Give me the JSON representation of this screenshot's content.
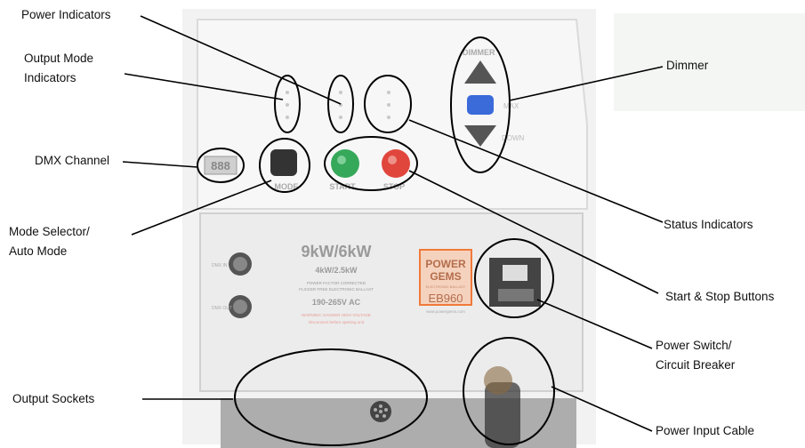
{
  "title": "",
  "callouts": {
    "power_indicators": "Power Indicators",
    "output_mode_1": "Output Mode",
    "output_mode_2": "Indicators",
    "dmx_channel": "DMX Channel",
    "mode_selector_1": "Mode Selector/",
    "mode_selector_2": "Auto Mode",
    "output_sockets": "Output Sockets",
    "dimmer": "Dimmer",
    "status_indicators": "Status Indicators",
    "start_stop": "Start & Stop Buttons",
    "power_switch_1": "Power Switch/",
    "power_switch_2": "Circuit Breaker",
    "power_input": "Power Input Cable"
  },
  "device": {
    "power_rating": "9kW/6kW",
    "sub_rating": "4kW/2.5kW",
    "fine_print_1": "POWER FACTOR CORRECTED",
    "fine_print_2": "FLICKER FREE ELECTRONIC BALLAST",
    "voltage": "190-265V AC",
    "warning_1": "WARNING: DANGER HIGH VOLTAGE",
    "warning_2": "Disconnect before opening unit",
    "brand_1": "POWER",
    "brand_2": "GEMS",
    "brand_sub": "ELECTRONIC BALLAST",
    "model": "EB960",
    "website": "www.powergems.com",
    "dimmer_label": "DIMMER",
    "dimmer_max": "MAX",
    "dimmer_down": "DOWN",
    "mode_button": "MODE",
    "start_button": "START",
    "stop_button": "STOP",
    "dmx_in": "DMX IN",
    "dmx_out": "DMX OUT",
    "dmx_display": "888"
  },
  "colors": {
    "start": "#36a85a",
    "stop": "#e0463c",
    "dimmer_blue": "#3b6ad9",
    "brand_orange": "#f07a3a"
  }
}
